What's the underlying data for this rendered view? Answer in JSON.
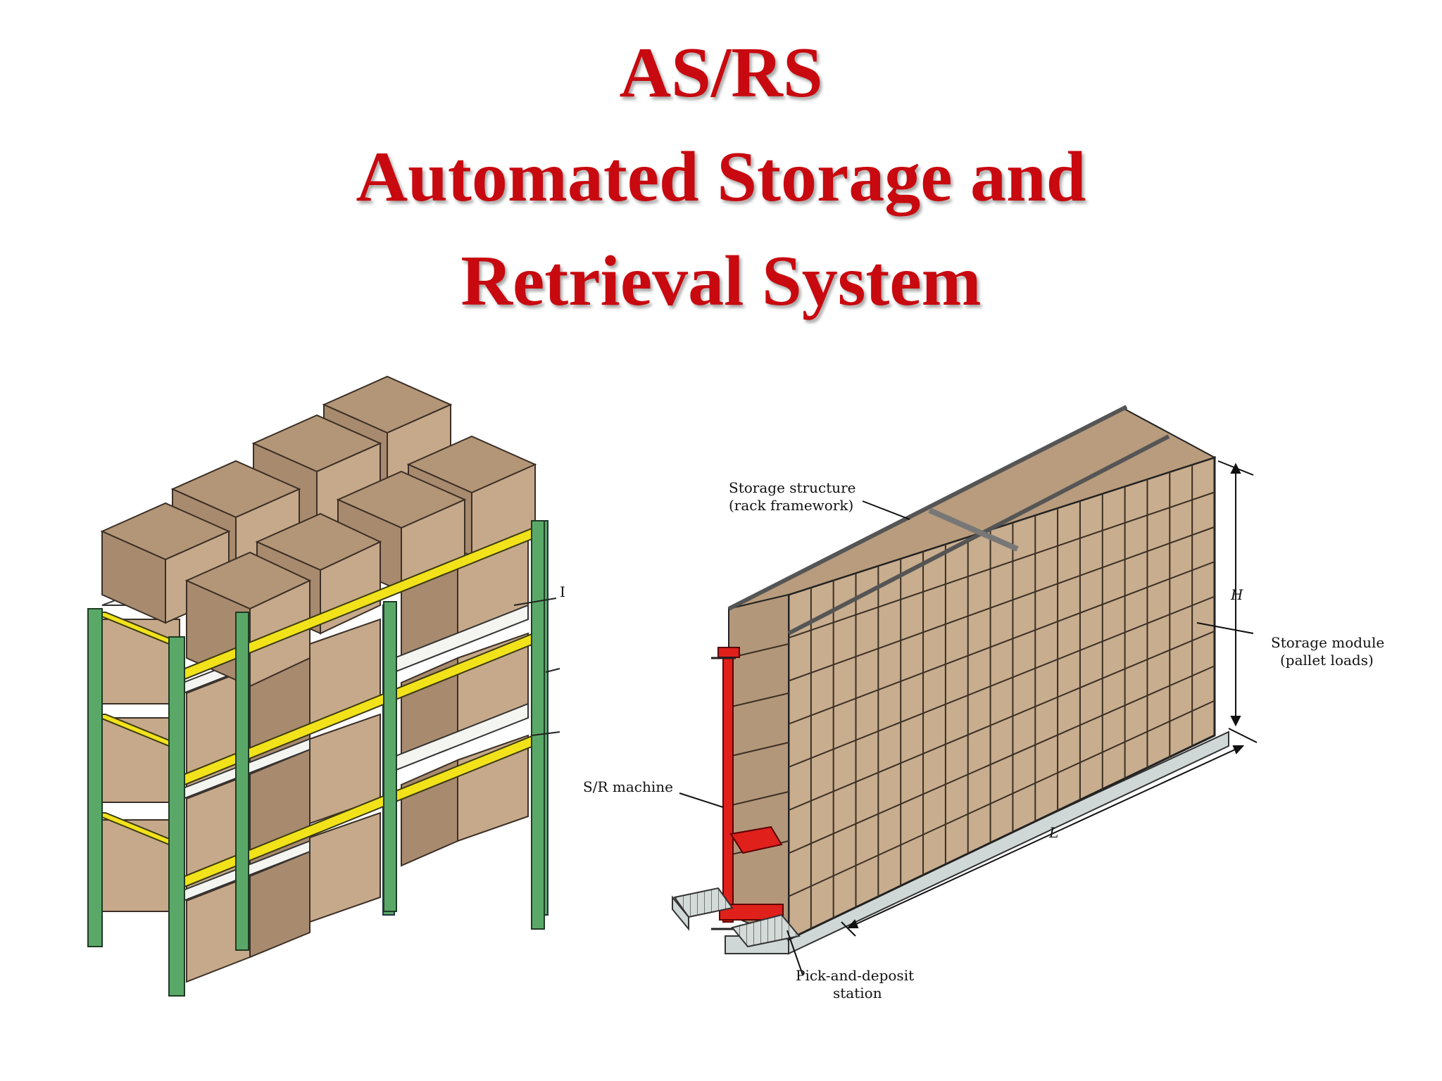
{
  "slide": {
    "title_lines": [
      "AS/RS",
      "Automated Storage and",
      "Retrieval System"
    ]
  },
  "diagram": {
    "labels": {
      "storage_structure": [
        "Storage structure",
        "(rack framework)"
      ],
      "storage_module": [
        "Storage module",
        "(pallet loads)"
      ],
      "sr_machine": "S/R machine",
      "pick_deposit": [
        "Pick-and-deposit",
        "station"
      ],
      "height": "H",
      "length": "L",
      "cut_label": "I"
    }
  },
  "colors": {
    "title": "#c8090f",
    "box": "#c8ad8e",
    "rack_upright": "#5aa868",
    "rack_beam": "#f2e21a",
    "sr_machine": "#e0201b",
    "base": "#cfd8d6"
  }
}
